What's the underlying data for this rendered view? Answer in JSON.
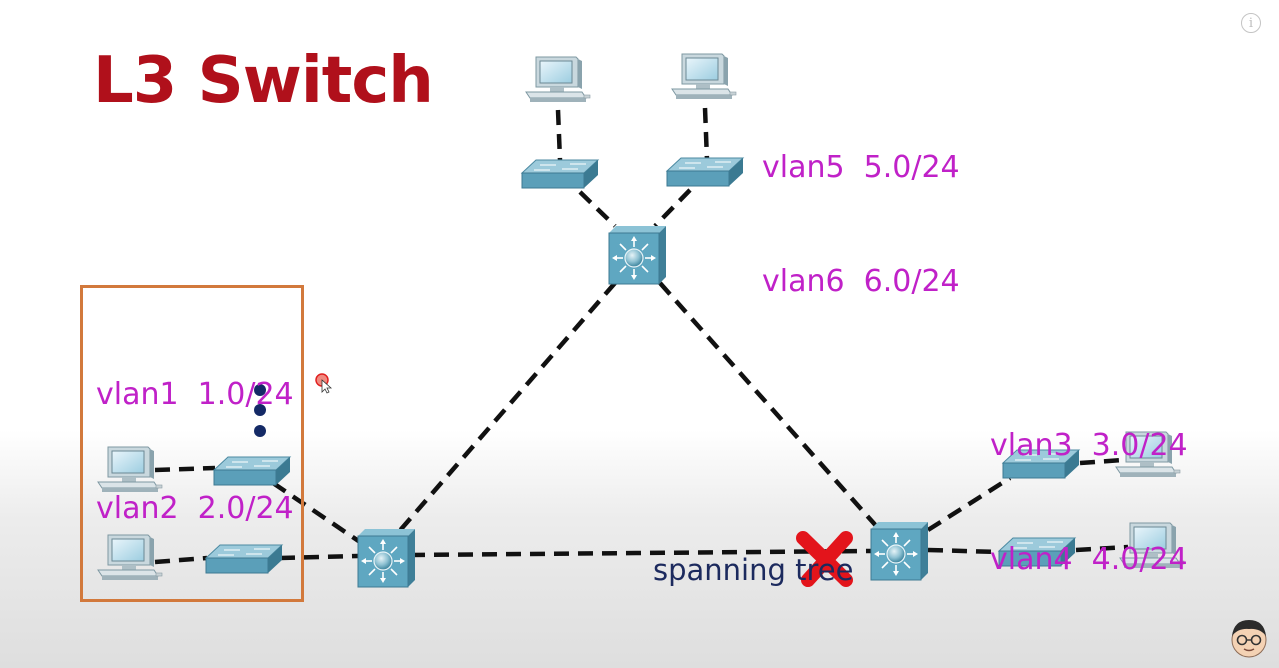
{
  "title": "L3 Switch",
  "vlan_groups": {
    "top": [
      "vlan5  5.0/24",
      "vlan6  6.0/24"
    ],
    "left": [
      "vlan1  1.0/24",
      "vlan2  2.0/24"
    ],
    "right": [
      "vlan3  3.0/24",
      "vlan4  4.0/24"
    ]
  },
  "annotation": "spanning tree",
  "colors": {
    "title": "#b0101b",
    "vlan_text": "#c021c8",
    "annotation_text": "#1c2a5e",
    "box_border": "#d2793c",
    "blocked_mark": "#e3141b",
    "device": "#4f98b4"
  },
  "icons": {
    "info": "info-icon",
    "blocked": "red-x-icon",
    "presenter": "avatar-icon"
  }
}
